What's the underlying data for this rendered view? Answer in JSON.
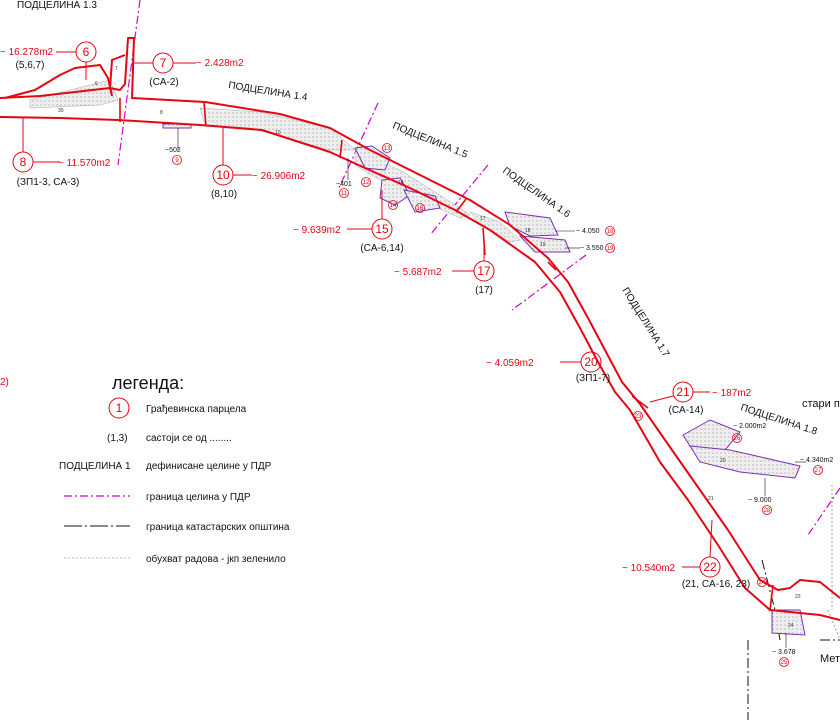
{
  "subunits": [
    {
      "id": "sub-1-3",
      "text": "ПОДЦЕЛИНА 1.3"
    },
    {
      "id": "sub-1-4",
      "text": "ПОДЦЕЛИНА 1.4"
    },
    {
      "id": "sub-1-5",
      "text": "ПОДЦЕЛИНА 1.5"
    },
    {
      "id": "sub-1-6",
      "text": "ПОДЦЕЛИНА 1.6"
    },
    {
      "id": "sub-1-7",
      "text": "ПОДЦЕЛИНА 1.7"
    },
    {
      "id": "sub-1-8",
      "text": "ПОДЦЕЛИНА 1.8"
    }
  ],
  "parcels": [
    {
      "number": "6",
      "area": "~ 16.278m2",
      "composition": "(5,6,7)"
    },
    {
      "number": "7",
      "area": "~ 2.428m2",
      "composition": "(CA-2)"
    },
    {
      "number": "8",
      "area": "~ 11.570m2",
      "composition": "(ЗП1-3, CA-3)"
    },
    {
      "number": "10",
      "area": "~ 26.906m2",
      "composition": "(8,10)"
    },
    {
      "number": "15",
      "area": "~ 9.639m2",
      "composition": "(CA-6,14)"
    },
    {
      "number": "17",
      "area": "~ 5.687m2",
      "composition": "(17)"
    },
    {
      "number": "20",
      "area": "~ 4.059m2",
      "composition": "(ЗП1-7)"
    },
    {
      "number": "21",
      "area": "~ 187m2",
      "composition": "(CA-14)"
    },
    {
      "number": "22",
      "area": "~ 10.540m2",
      "composition": "(21, CA-16, 23)"
    }
  ],
  "small_markers": [
    {
      "number": "9",
      "area": "~502"
    },
    {
      "number": "11",
      "area": "~401"
    },
    {
      "number": "12",
      "area": ""
    },
    {
      "number": "13",
      "area": ""
    },
    {
      "number": "14",
      "area": ""
    },
    {
      "number": "16",
      "area": ""
    },
    {
      "number": "18",
      "area": "~ 4.050"
    },
    {
      "number": "19",
      "area": "~ 3.550"
    },
    {
      "number": "23",
      "area": ""
    },
    {
      "number": "26",
      "area": "~ 2.000m2"
    },
    {
      "number": "27",
      "area": "~ 4.340m2"
    },
    {
      "number": "28",
      "area": "~ 9.000"
    },
    {
      "number": "24",
      "area": ""
    },
    {
      "number": "25",
      "area": "~ 3.678"
    }
  ],
  "edge_texts": {
    "right_top": "стари п",
    "right_bottom": "Мет",
    "left_fragment": "2)"
  },
  "legend": {
    "title": "легенда:",
    "items": [
      {
        "symbol": "1",
        "text": "Грађевинска парцела"
      },
      {
        "symbol": "(1,3)",
        "text": "састоји се од ........"
      },
      {
        "symbol": "ПОДЦЕЛИНА 1",
        "text": "дефинисане целине у ПДР"
      },
      {
        "symbol": "",
        "text": "граница целина у ПДР"
      },
      {
        "symbol": "",
        "text": "граница катастарских општина"
      },
      {
        "symbol": "",
        "text": "обухват радова - јкп зеленило"
      }
    ]
  },
  "colors": {
    "parcel": "#e30613",
    "boundary": "#d400d4",
    "purple": "#7a2fb5",
    "fill": "#e8e8e8",
    "cadastral": "#111111"
  }
}
